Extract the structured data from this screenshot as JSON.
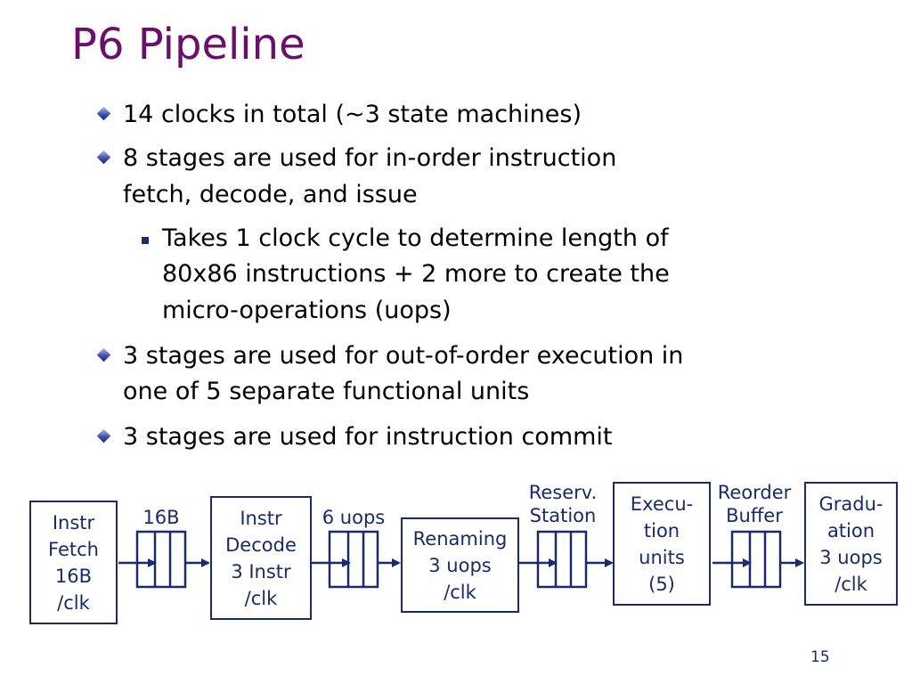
{
  "title": "P6 Pipeline",
  "bullets": [
    {
      "level": 1,
      "lines": [
        "14 clocks in total (~3 state machines)"
      ]
    },
    {
      "level": 1,
      "lines": [
        "8 stages are used for in-order instruction",
        "fetch, decode, and issue"
      ]
    },
    {
      "level": 2,
      "lines": [
        "Takes 1 clock cycle to determine length of",
        "80x86 instructions + 2 more to create the",
        "micro-operations (uops)"
      ]
    },
    {
      "level": 1,
      "lines": [
        "3 stages are used for out-of-order execution in",
        "one of 5 separate functional units"
      ]
    },
    {
      "level": 1,
      "lines": [
        "3 stages are used for instruction commit"
      ]
    }
  ],
  "diagram": {
    "boxes": [
      {
        "name": "instr-fetch-box",
        "lines": [
          "Instr",
          "Fetch",
          "16B",
          "/clk"
        ]
      },
      {
        "name": "instr-decode-box",
        "lines": [
          "Instr",
          "Decode",
          "3 Instr",
          "/clk"
        ]
      },
      {
        "name": "renaming-box",
        "lines": [
          "Renaming",
          "3 uops",
          "/clk"
        ]
      },
      {
        "name": "execution-units-box",
        "lines": [
          "Execu-",
          "tion",
          "units",
          "(5)"
        ]
      },
      {
        "name": "graduation-box",
        "lines": [
          "Gradu-",
          "ation",
          "3 uops",
          "/clk"
        ]
      }
    ],
    "buffer_labels": [
      {
        "name": "buffer-label-16b",
        "lines": [
          "16B"
        ]
      },
      {
        "name": "buffer-label-6uops",
        "lines": [
          "6 uops"
        ]
      },
      {
        "name": "buffer-label-reservation-station",
        "lines": [
          "Reserv.",
          "Station"
        ]
      },
      {
        "name": "buffer-label-reorder-buffer",
        "lines": [
          "Reorder",
          "Buffer"
        ]
      }
    ]
  },
  "page_number": "15",
  "colors": {
    "title": "#6b0f6b",
    "diagram": "#1a2a6a",
    "bullet": "#1e2a70"
  }
}
